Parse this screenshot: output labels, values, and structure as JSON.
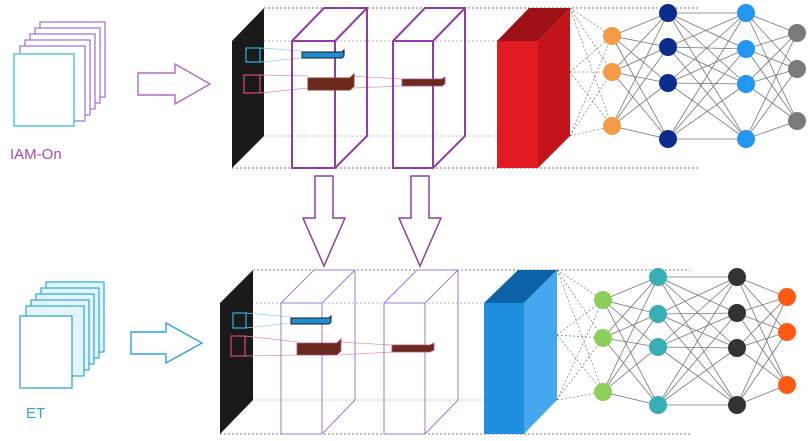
{
  "labels": {
    "top_dataset": "IAM-On",
    "bottom_dataset": "ET"
  },
  "colors": {
    "top_accent": "#a24bb6",
    "bottom_accent": "#2fa6d8",
    "top_dense": "#e11b22",
    "bottom_dense": "#1f8fe0",
    "top_layer_1": "#f59a45",
    "top_layer_2": "#0b2d8e",
    "top_layer_3": "#2196f3",
    "top_output": "#7a7a7a",
    "bottom_layer_1": "#8ccf5a",
    "bottom_layer_2": "#3aaeb5",
    "bottom_layer_3": "#333333",
    "bottom_output": "#ff5a12"
  },
  "networks": [
    {
      "id": "top",
      "layer_sizes": [
        3,
        4,
        4,
        3
      ]
    },
    {
      "id": "bottom",
      "layer_sizes": [
        3,
        4,
        4,
        3
      ]
    }
  ]
}
